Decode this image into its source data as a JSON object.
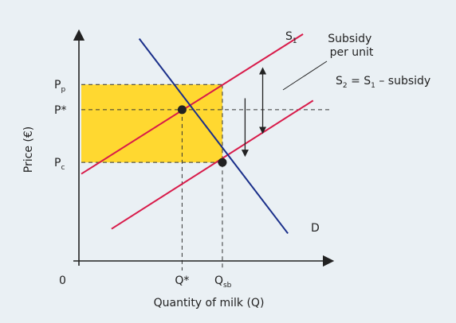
{
  "chart_data": {
    "type": "line",
    "title": "",
    "xlabel": "Quantity of milk (Q)",
    "ylabel": "Price (€)",
    "origin_label": "0",
    "grid": false,
    "legend": "none",
    "xlim": [
      0,
      10
    ],
    "ylim": [
      0,
      10
    ],
    "series": [
      {
        "name": "S",
        "name_sub": "1",
        "role": "S1",
        "color": "#d81b4a",
        "x": [
          0,
          8.8
        ],
        "y": [
          3.8,
          9.9
        ]
      },
      {
        "name": "S",
        "name_sub": "2",
        "name_suffix": " = S",
        "name_suffix_sub": "1",
        "name_tail": " – subsidy",
        "role": "S2",
        "color": "#d81b4a",
        "x": [
          1.2,
          9.2
        ],
        "y": [
          1.4,
          7.0
        ]
      },
      {
        "name": "D",
        "role": "D",
        "color": "#1a2f8a",
        "x": [
          2.3,
          8.2
        ],
        "y": [
          9.7,
          1.2
        ]
      }
    ],
    "points": [
      {
        "role": "eq1",
        "x": 4.0,
        "y": 6.6
      },
      {
        "role": "eq2",
        "x": 5.6,
        "y": 4.3
      }
    ],
    "price_levels": [
      {
        "role": "Pp",
        "label": "P",
        "sub": "p",
        "y": 7.7
      },
      {
        "role": "Pstar",
        "label": "P*",
        "sub": "",
        "y": 6.6
      },
      {
        "role": "Pc",
        "label": "P",
        "sub": "c",
        "y": 4.3
      }
    ],
    "quantity_levels": [
      {
        "role": "Qstar",
        "label": "Q*",
        "sub": "",
        "x": 4.0
      },
      {
        "role": "Qsb",
        "label": "Q",
        "sub": "sb",
        "x": 5.6
      }
    ],
    "subsidy_area": {
      "x0": 0,
      "x1": 5.6,
      "y0": 4.3,
      "y1": 7.7,
      "color": "#ffd830"
    },
    "annotations": [
      {
        "role": "subsidy-note",
        "lines": [
          "Subsidy",
          "per unit"
        ]
      }
    ],
    "arrows": [
      {
        "role": "shift-arrow",
        "x": 6.5,
        "y_from": 7.1,
        "y_to": 4.7
      },
      {
        "role": "subsidy-arrow",
        "x": 7.2,
        "y_from": 8.3,
        "y_to": 5.7
      }
    ]
  }
}
